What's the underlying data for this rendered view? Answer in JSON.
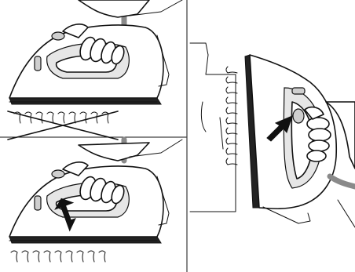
{
  "figure": {
    "panels": [
      {
        "id": "top-left",
        "description_icon": "iron-horizontal-no-steam-icon",
        "crossed_out": true
      },
      {
        "id": "bottom-left",
        "description_icon": "iron-horizontal-steam-burst-icon",
        "crossed_out": false
      },
      {
        "id": "right",
        "description_icon": "iron-vertical-steam-icon",
        "crossed_out": false
      }
    ],
    "colors": {
      "outline": "#111111",
      "cord": "#8a8a8a",
      "soleplate": "#222222",
      "accent": "#cfcfcf"
    }
  }
}
